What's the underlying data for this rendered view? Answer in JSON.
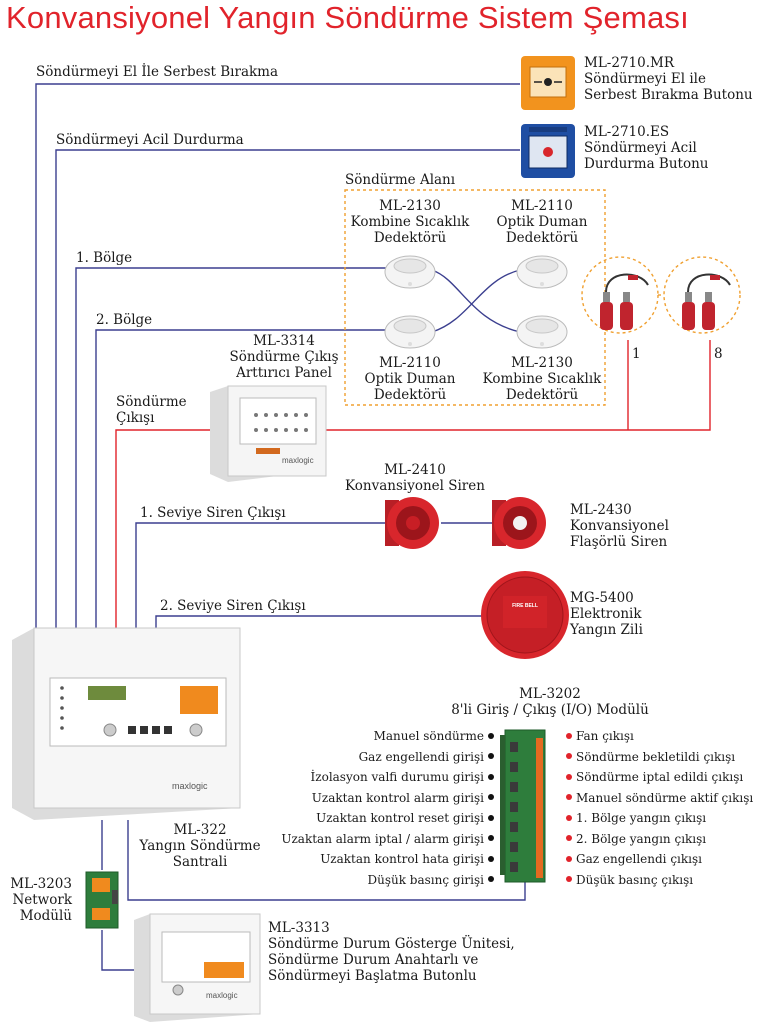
{
  "title": "Konvansiyonel Yangın Söndürme Sistem Şeması",
  "lines": {
    "manual_release": "Söndürmeyi El İle Serbest Bırakma",
    "emergency_stop": "Söndürmeyi Acil Durdurma",
    "zone1": "1. Bölge",
    "zone2": "2. Bölge",
    "extinguish_output": [
      "Söndürme",
      "Çıkışı"
    ],
    "siren1": "1. Seviye Siren Çıkışı",
    "siren2": "2. Seviye Siren Çıkışı"
  },
  "devices": {
    "mr": [
      "ML-2710.MR",
      "Söndürmeyi El ile",
      "Serbest Bırakma Butonu"
    ],
    "es": [
      "ML-2710.ES",
      "Söndürmeyi Acil",
      "Durdurma Butonu"
    ],
    "area": "Söndürme Alanı",
    "det_tl": [
      "ML-2130",
      "Kombine Sıcaklık",
      "Dedektörü"
    ],
    "det_tr": [
      "ML-2110",
      "Optik Duman",
      "Dedektörü"
    ],
    "det_bl": [
      "ML-2110",
      "Optik Duman",
      "Dedektörü"
    ],
    "det_br": [
      "ML-2130",
      "Kombine Sıcaklık",
      "Dedektörü"
    ],
    "cyl1": "1",
    "cyl8": "8",
    "ml3314": [
      "ML-3314",
      "Söndürme Çıkış",
      "Arttırıcı Panel"
    ],
    "ml2410": [
      "ML-2410",
      "Konvansiyonel Siren"
    ],
    "ml2430": [
      "ML-2430",
      "Konvansiyonel",
      "Flaşörlü Siren"
    ],
    "mg5400": [
      "MG-5400",
      "Elektronik",
      "Yangın Zili"
    ],
    "bell_text": "FIRE BELL",
    "ml3202": [
      "ML-3202",
      "8'li Giriş / Çıkış (I/O) Modülü"
    ],
    "ml322": [
      "ML-322",
      "Yangın Söndürme",
      "Santrali"
    ],
    "ml3203": [
      "ML-3203",
      "Network",
      "Modülü"
    ],
    "ml3313": [
      "ML-3313",
      "Söndürme Durum Gösterge Ünitesi,",
      "Söndürme Durum Anahtarlı ve",
      "Söndürmeyi Başlatma Butonlu"
    ],
    "brand": "maxlogic"
  },
  "io_inputs": [
    "Manuel söndürme",
    "Gaz engellendi girişi",
    "İzolasyon valfi durumu girişi",
    "Uzaktan kontrol alarm girişi",
    "Uzaktan kontrol reset girişi",
    "Uzaktan alarm iptal / alarm girişi",
    "Uzaktan kontrol hata girişi",
    "Düşük basınç girişi"
  ],
  "io_outputs": [
    "Fan çıkışı",
    "Söndürme bekletildi çıkışı",
    "Söndürme iptal edildi çıkışı",
    "Manuel söndürme aktif çıkışı",
    "1. Bölge yangın çıkışı",
    "2. Bölge yangın çıkışı",
    "Gaz engellendi çıkışı",
    "Düşük basınç çıkışı"
  ],
  "colors": {
    "title": "#e1232b",
    "wire_blue": "#3b3f8f",
    "wire_red": "#e1232b",
    "area_border": "#f0a030",
    "output_dot": "#e1232b",
    "input_dot": "#111111"
  }
}
